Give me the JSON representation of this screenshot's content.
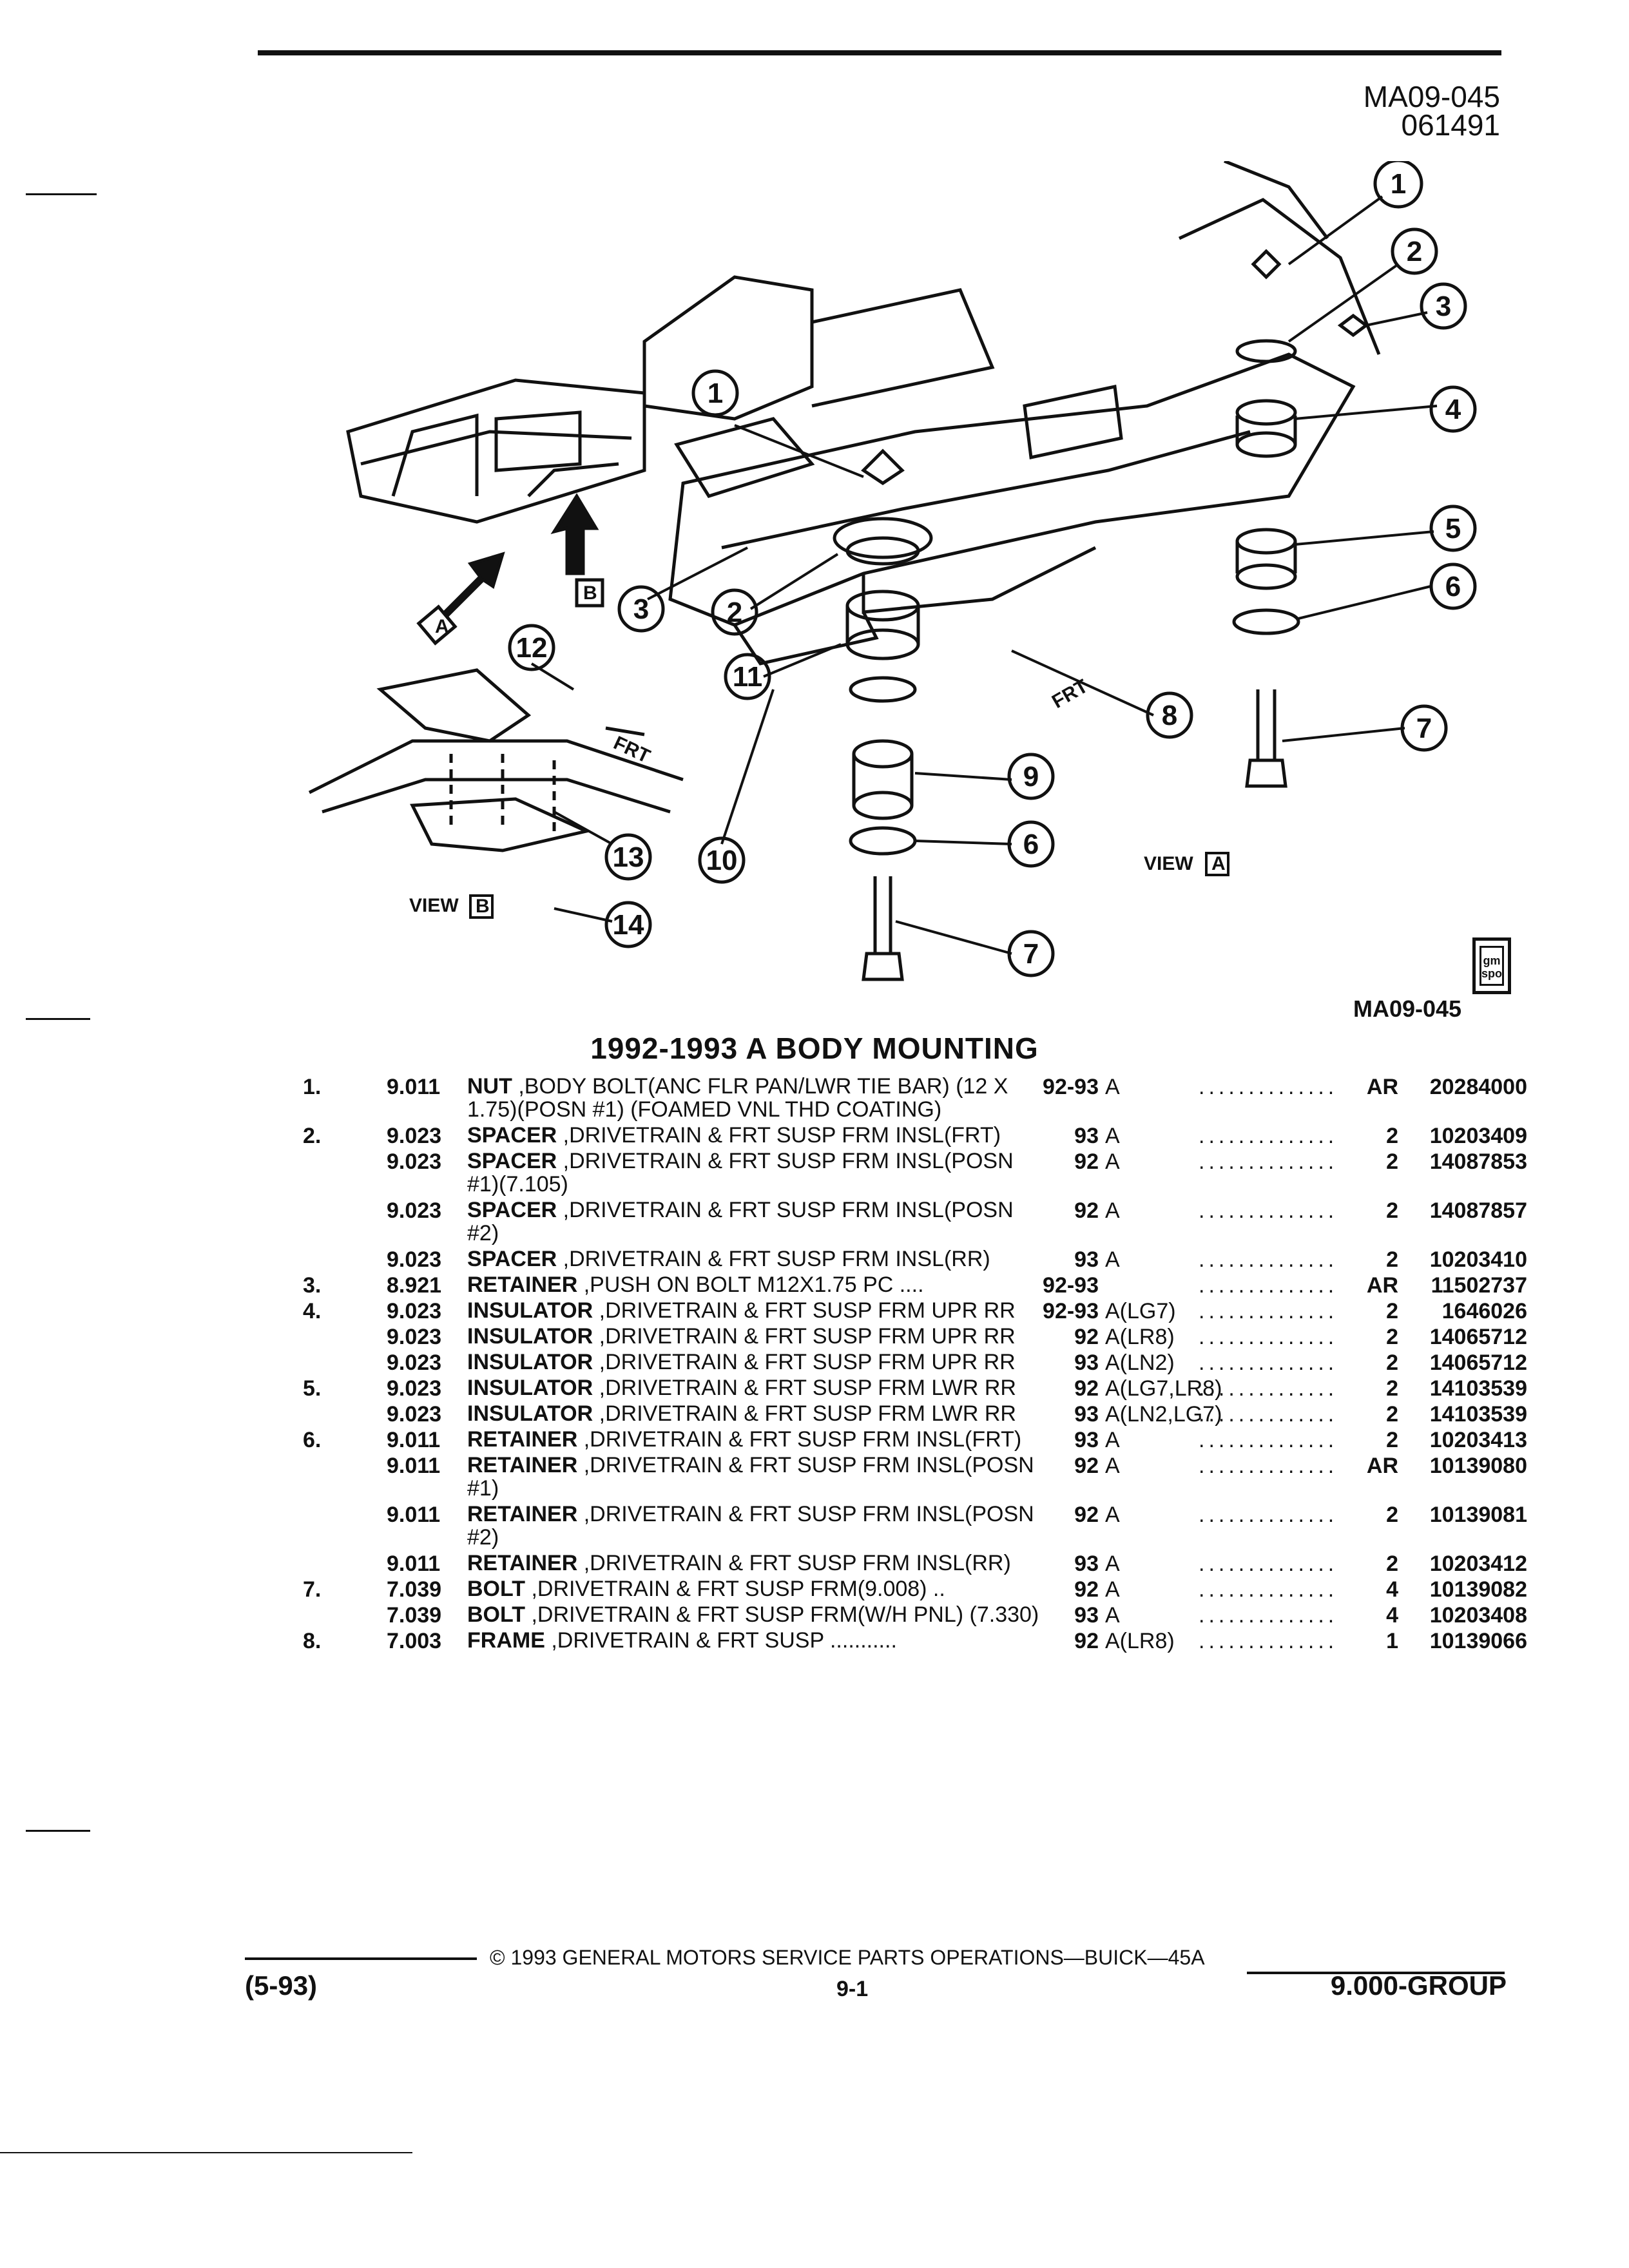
{
  "document_code": "MA09-045",
  "document_date": "061491",
  "figure_id": "MA09-045",
  "logo_text": "gm spo",
  "diagram": {
    "callouts": [
      "1",
      "2",
      "3",
      "4",
      "5",
      "6",
      "7",
      "8",
      "9",
      "10",
      "11",
      "12",
      "13",
      "14"
    ],
    "view_a_label": "VIEW",
    "view_a_letter": "A",
    "view_b_label": "VIEW",
    "view_b_letter": "B",
    "frt_label": "FRT"
  },
  "section_title": "1992-1993 A BODY MOUNTING",
  "parts": [
    {
      "idx": "1.",
      "grp": "9.011",
      "name": "NUT",
      "desc": " ,BODY BOLT(ANC FLR PAN/LWR TIE BAR) (12 X 1.75)(POSN #1) (FOAMED VNL THD COATING)",
      "yrs": "92-93",
      "ser": "A",
      "qty": "AR",
      "pn": "20284000"
    },
    {
      "idx": "2.",
      "grp": "9.023",
      "name": "SPACER",
      "desc": " ,DRIVETRAIN & FRT SUSP FRM INSL(FRT)",
      "yrs": "93",
      "ser": "A",
      "qty": "2",
      "pn": "10203409"
    },
    {
      "idx": "",
      "grp": "9.023",
      "name": "SPACER",
      "desc": " ,DRIVETRAIN & FRT SUSP FRM INSL(POSN #1)(7.105)",
      "yrs": "92",
      "ser": "A",
      "qty": "2",
      "pn": "14087853"
    },
    {
      "idx": "",
      "grp": "9.023",
      "name": "SPACER",
      "desc": " ,DRIVETRAIN & FRT SUSP FRM INSL(POSN #2)",
      "yrs": "92",
      "ser": "A",
      "qty": "2",
      "pn": "14087857"
    },
    {
      "idx": "",
      "grp": "9.023",
      "name": "SPACER",
      "desc": " ,DRIVETRAIN & FRT SUSP FRM INSL(RR)",
      "yrs": "93",
      "ser": "A",
      "qty": "2",
      "pn": "10203410"
    },
    {
      "idx": "3.",
      "grp": "8.921",
      "name": "RETAINER",
      "desc": " ,PUSH ON BOLT M12X1.75 PC ....",
      "yrs": "92-93",
      "ser": "",
      "qty": "AR",
      "pn": "11502737"
    },
    {
      "idx": "4.",
      "grp": "9.023",
      "name": "INSULATOR",
      "desc": " ,DRIVETRAIN & FRT SUSP FRM UPR RR",
      "yrs": "92-93",
      "ser": "A(LG7)",
      "qty": "2",
      "pn": "1646026"
    },
    {
      "idx": "",
      "grp": "9.023",
      "name": "INSULATOR",
      "desc": " ,DRIVETRAIN & FRT SUSP FRM UPR RR",
      "yrs": "92",
      "ser": "A(LR8)",
      "qty": "2",
      "pn": "14065712"
    },
    {
      "idx": "",
      "grp": "9.023",
      "name": "INSULATOR",
      "desc": " ,DRIVETRAIN & FRT SUSP FRM UPR RR",
      "yrs": "93",
      "ser": "A(LN2)",
      "qty": "2",
      "pn": "14065712"
    },
    {
      "idx": "5.",
      "grp": "9.023",
      "name": "INSULATOR",
      "desc": " ,DRIVETRAIN & FRT SUSP FRM LWR RR",
      "yrs": "92",
      "ser": "A(LG7,LR8)",
      "qty": "2",
      "pn": "14103539"
    },
    {
      "idx": "",
      "grp": "9.023",
      "name": "INSULATOR",
      "desc": " ,DRIVETRAIN & FRT SUSP FRM LWR RR",
      "yrs": "93",
      "ser": "A(LN2,LG7)",
      "qty": "2",
      "pn": "14103539"
    },
    {
      "idx": "6.",
      "grp": "9.011",
      "name": "RETAINER",
      "desc": " ,DRIVETRAIN & FRT SUSP FRM INSL(FRT)",
      "yrs": "93",
      "ser": "A",
      "qty": "2",
      "pn": "10203413"
    },
    {
      "idx": "",
      "grp": "9.011",
      "name": "RETAINER",
      "desc": " ,DRIVETRAIN & FRT SUSP FRM INSL(POSN #1)",
      "yrs": "92",
      "ser": "A",
      "qty": "AR",
      "pn": "10139080"
    },
    {
      "idx": "",
      "grp": "9.011",
      "name": "RETAINER",
      "desc": " ,DRIVETRAIN & FRT SUSP FRM INSL(POSN #2)",
      "yrs": "92",
      "ser": "A",
      "qty": "2",
      "pn": "10139081"
    },
    {
      "idx": "",
      "grp": "9.011",
      "name": "RETAINER",
      "desc": " ,DRIVETRAIN & FRT SUSP FRM INSL(RR)",
      "yrs": "93",
      "ser": "A",
      "qty": "2",
      "pn": "10203412"
    },
    {
      "idx": "7.",
      "grp": "7.039",
      "name": "BOLT",
      "desc": " ,DRIVETRAIN & FRT SUSP FRM(9.008) ..",
      "yrs": "92",
      "ser": "A",
      "qty": "4",
      "pn": "10139082"
    },
    {
      "idx": "",
      "grp": "7.039",
      "name": "BOLT",
      "desc": " ,DRIVETRAIN & FRT SUSP FRM(W/H PNL) (7.330)",
      "yrs": "93",
      "ser": "A",
      "qty": "4",
      "pn": "10203408"
    },
    {
      "idx": "8.",
      "grp": "7.003",
      "name": "FRAME",
      "desc": " ,DRIVETRAIN & FRT SUSP ...........",
      "yrs": "92",
      "ser": "A(LR8)",
      "qty": "1",
      "pn": "10139066"
    }
  ],
  "footer": {
    "copyright": "© 1993 GENERAL MOTORS SERVICE PARTS OPERATIONS—BUICK—45A",
    "date_code": "(5-93)",
    "page_number": "9-1",
    "group": "9.000-GROUP"
  }
}
